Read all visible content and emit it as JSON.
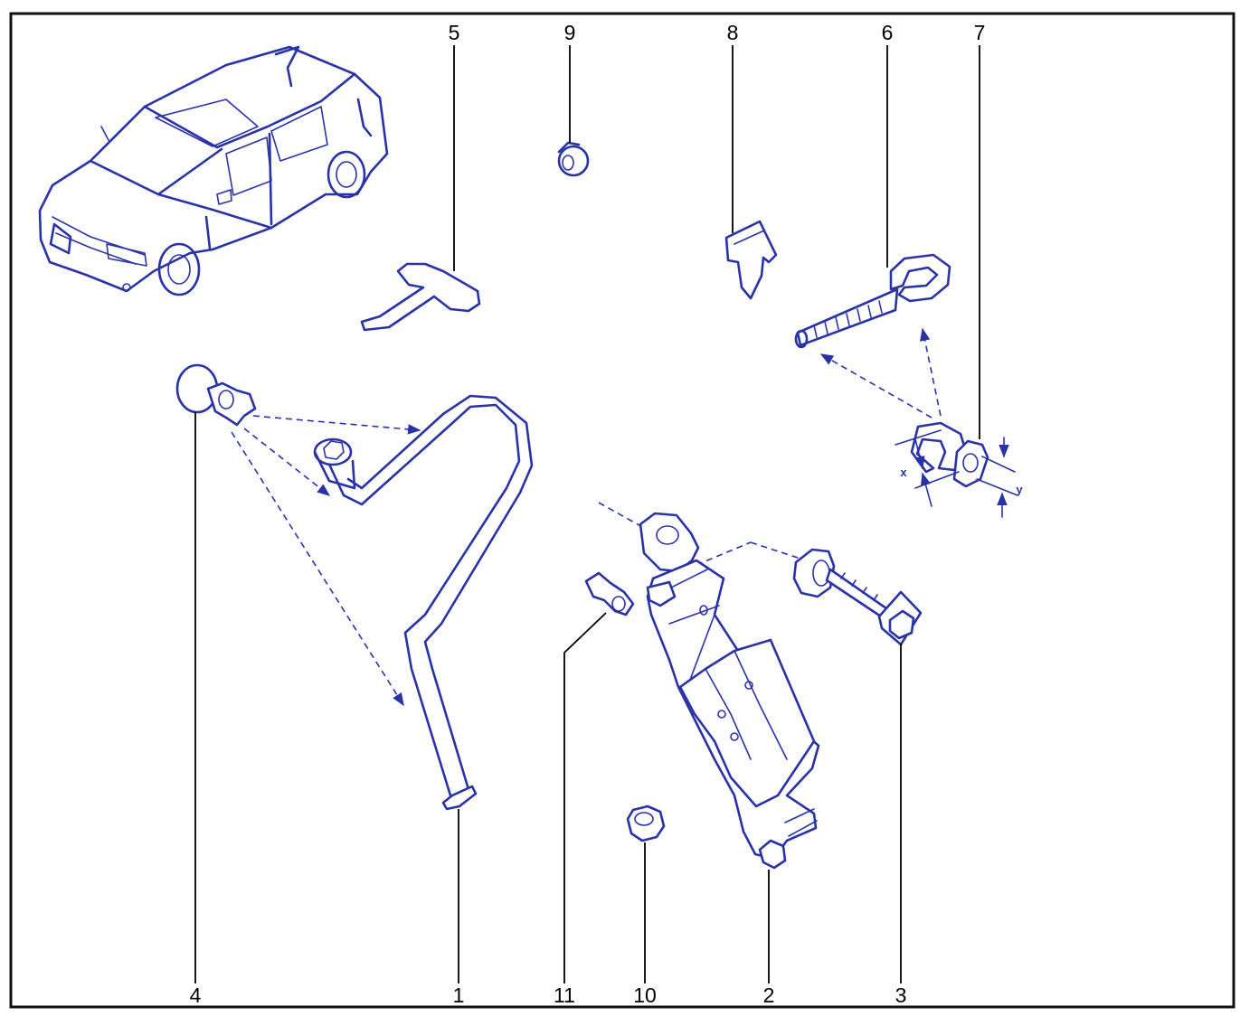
{
  "callouts": {
    "top": [
      "5",
      "9",
      "8",
      "6",
      "7"
    ],
    "bottom": [
      "4",
      "1",
      "11",
      "10",
      "2",
      "3"
    ]
  },
  "dimension_labels": {
    "x": "x",
    "y": "y"
  },
  "colors": {
    "line": "#2a33a6",
    "frame": "#111111",
    "leader": "#000000"
  }
}
